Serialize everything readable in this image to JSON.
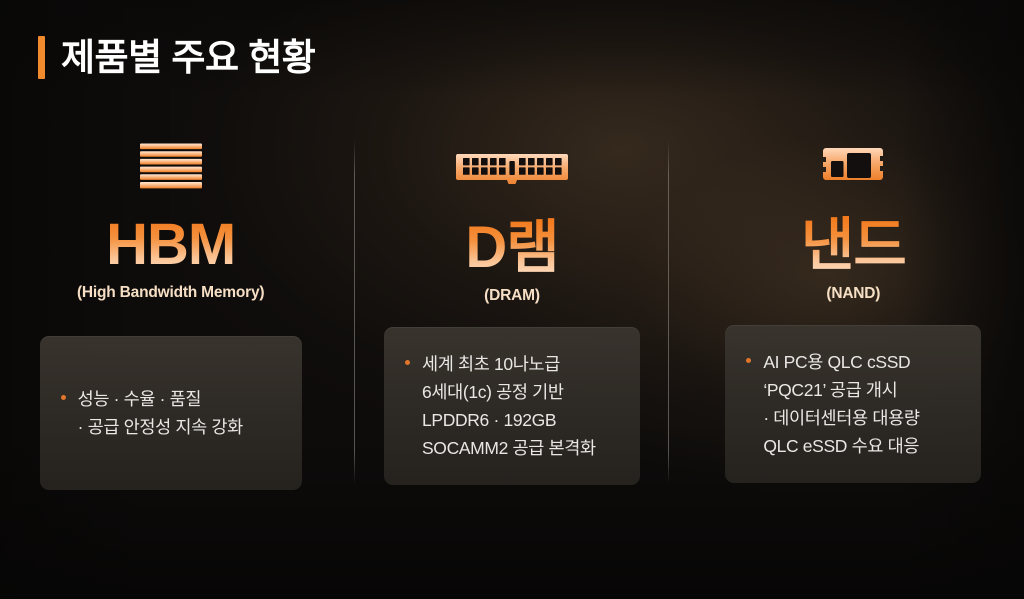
{
  "header": {
    "title": "제품별 주요 현황",
    "accent_color": "#f08a2c"
  },
  "theme": {
    "background": "#0e0c0b",
    "title_gradient_from": "#f2781a",
    "title_gradient_to": "#ffddc2",
    "subtitle_color": "#f6dfc4",
    "bullet_color": "#e1762a",
    "box_background": "#332f2a",
    "body_text_color": "#e9e7e4",
    "divider_color": "#969190"
  },
  "columns": [
    {
      "id": "hbm",
      "icon": "hbm-stacked-dies-icon",
      "title": "HBM",
      "subtitle": "(High Bandwidth Memory)",
      "lines": [
        "성능 · 수율 · 품질",
        "· 공급 안정성 지속 강화"
      ]
    },
    {
      "id": "dram",
      "icon": "dram-module-icon",
      "title": "D램",
      "subtitle": "(DRAM)",
      "lines": [
        "세계 최초 10나노급",
        "6세대(1c) 공정 기반",
        "LPDDR6 · 192GB",
        "SOCAMM2 공급 본격화"
      ]
    },
    {
      "id": "nand",
      "icon": "nand-chip-icon",
      "title": "낸드",
      "subtitle": "(NAND)",
      "lines": [
        "AI PC용 QLC cSSD",
        "‘PQC21’ 공급 개시",
        "· 데이터센터용 대용량",
        "QLC eSSD 수요 대응"
      ]
    }
  ]
}
